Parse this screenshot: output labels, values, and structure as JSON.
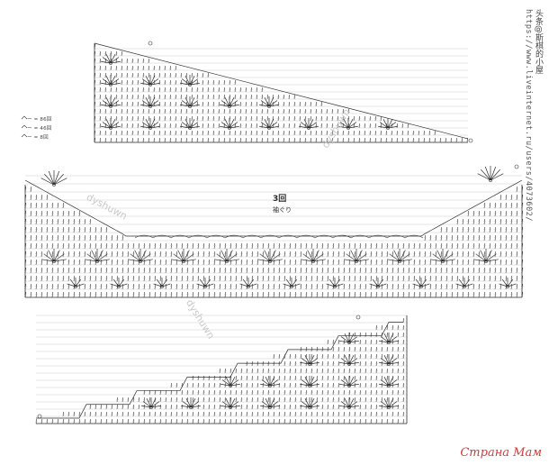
{
  "diagram": {
    "title": "3回",
    "subtitle": "袖ぐり",
    "legend": [
      "ー = 86回",
      "ー = 46回",
      "ー = 8回"
    ]
  },
  "watermarks": {
    "side_url": "https://www.liveinternet.ru/users/4073602/",
    "side_cn": "头条@斯棋的小屋",
    "diagonal_1": "dyshuwn",
    "diagonal_2": "dyshuwn",
    "diagonal_3": "dyshuwn"
  },
  "branding": {
    "text": "Страна Мам",
    "color": "#d43a3a"
  },
  "colors": {
    "ink": "#2f2f2f",
    "faint": "#9a9a9a"
  }
}
